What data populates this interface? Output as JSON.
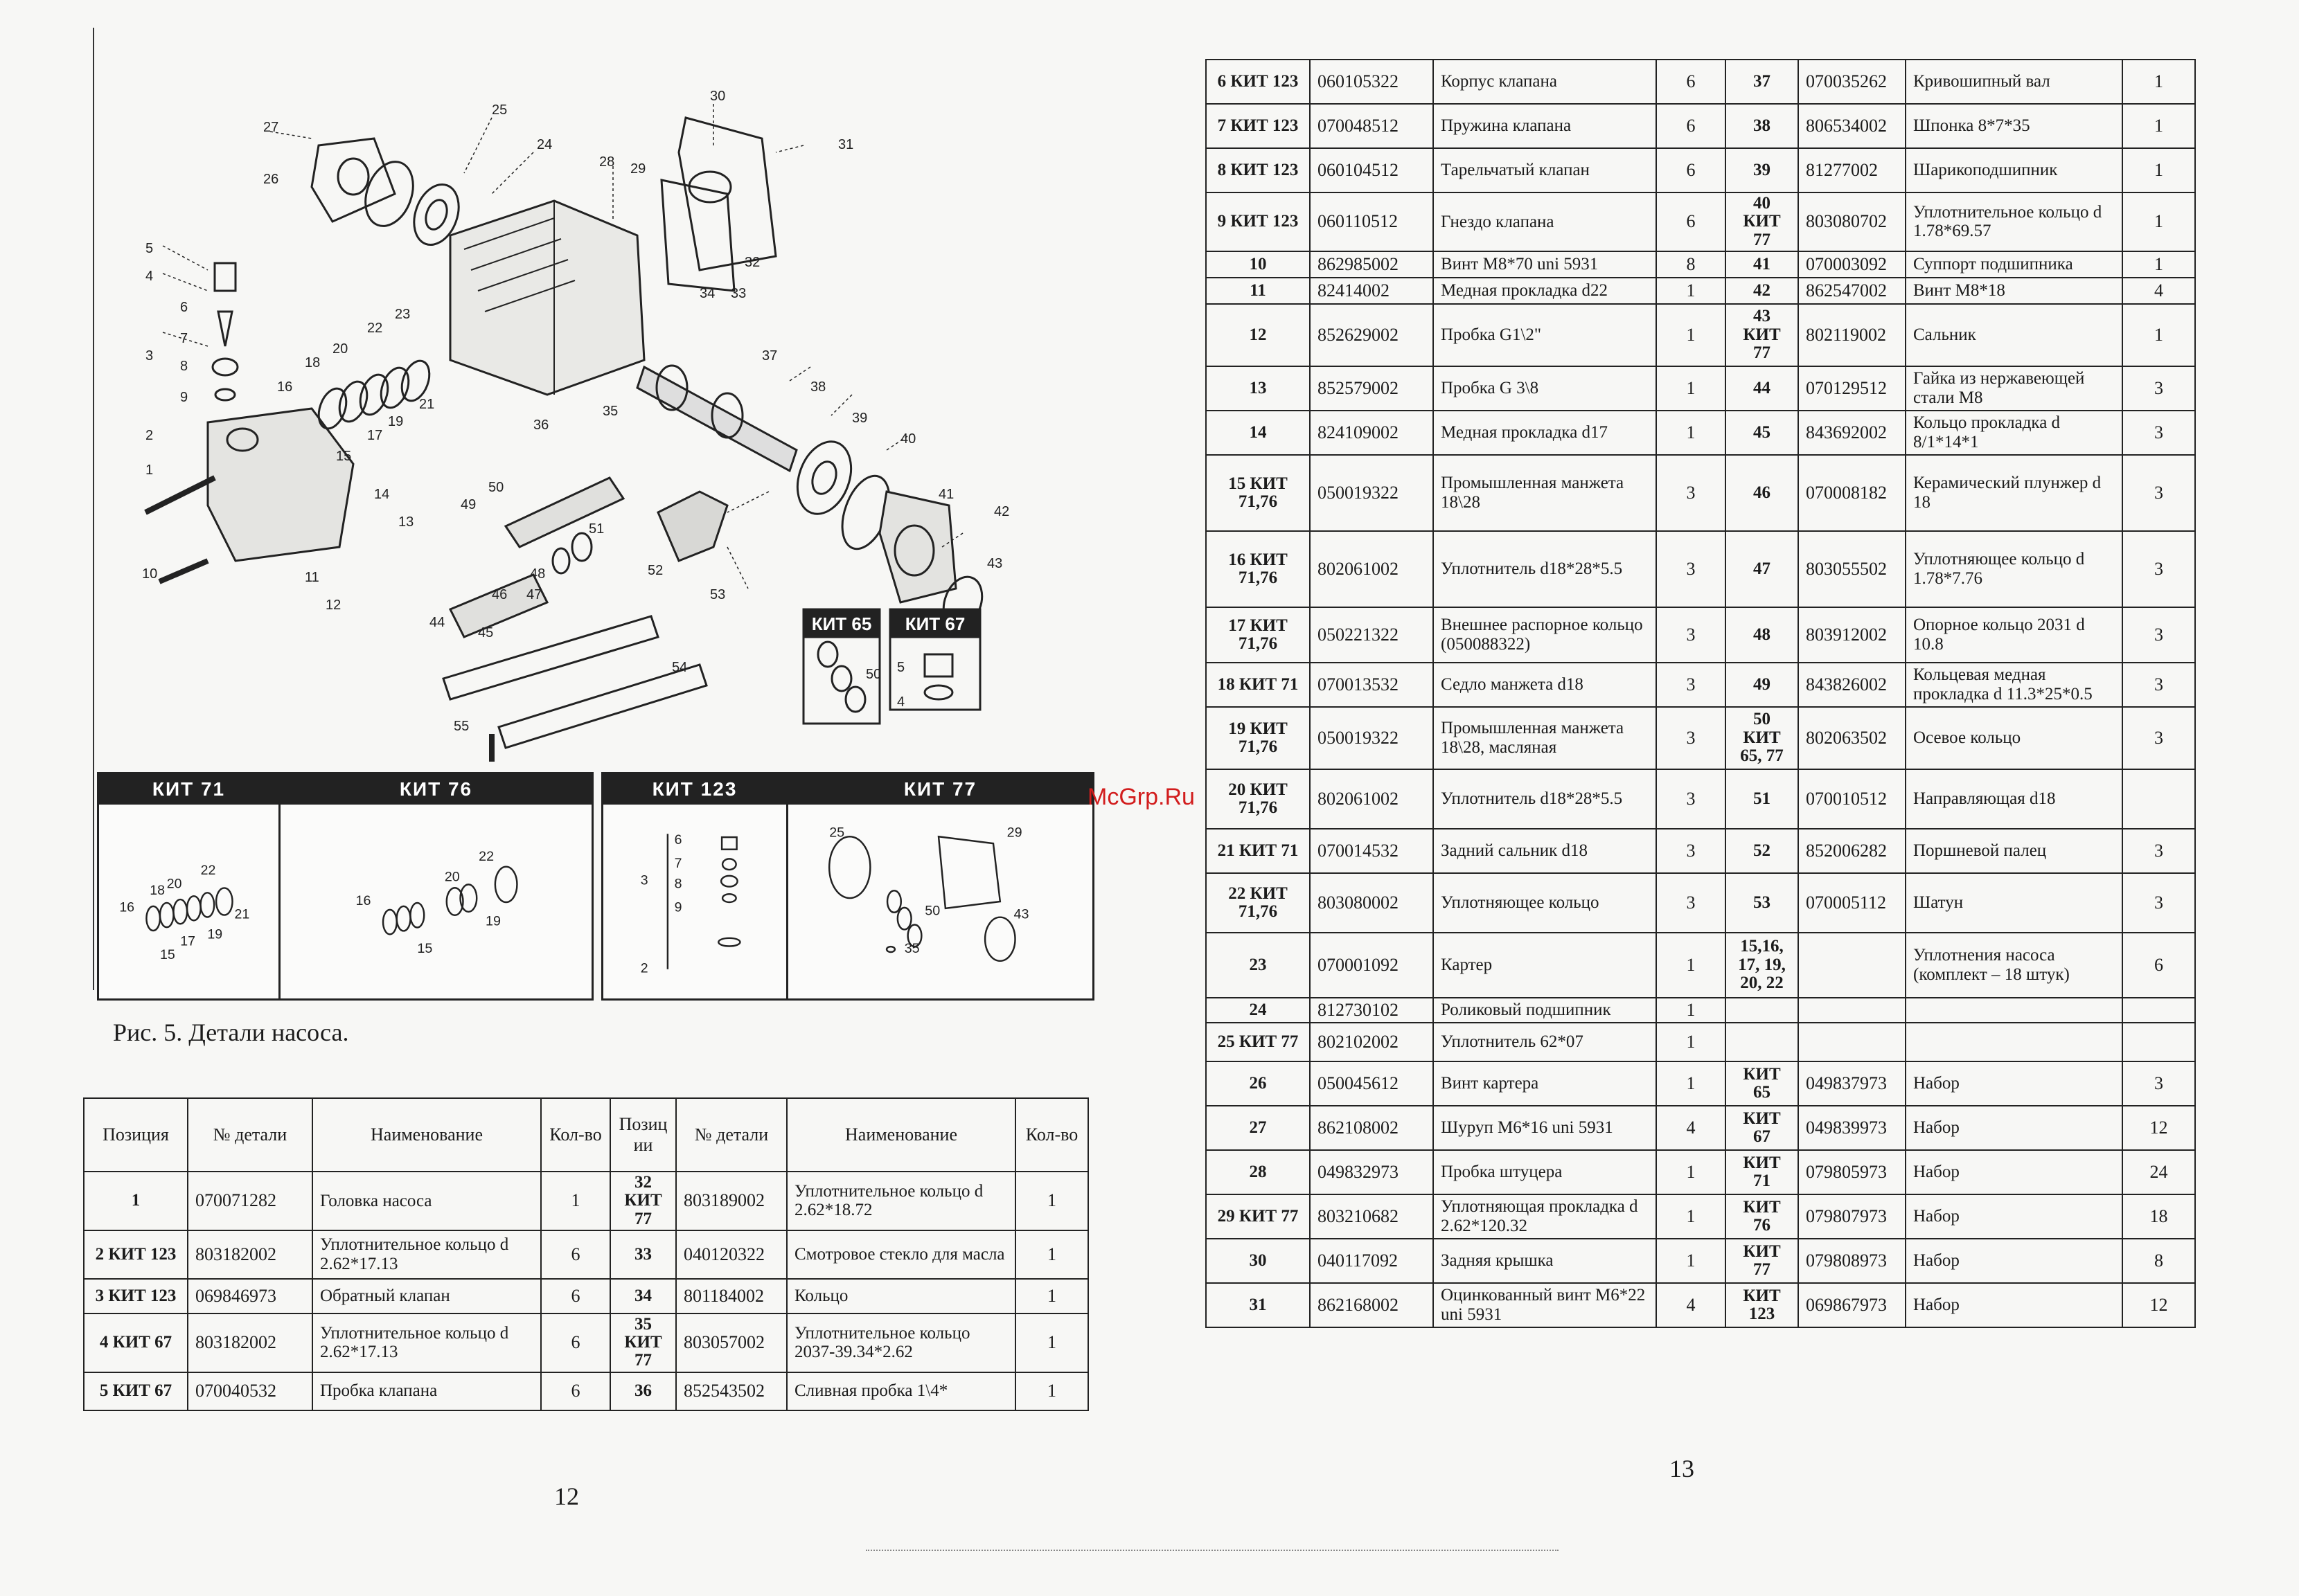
{
  "watermark": "McGrp.Ru",
  "figure": {
    "caption": "Рис. 5. Детали насоса.",
    "kits": [
      {
        "label": "КИТ 65",
        "callouts": [
          "50"
        ]
      },
      {
        "label": "КИТ 67",
        "callouts": [
          "5",
          "4"
        ]
      }
    ],
    "kit_strip": [
      {
        "label": "КИТ 71",
        "callouts": [
          "22",
          "18",
          "20",
          "16",
          "17",
          "19",
          "21",
          "15"
        ]
      },
      {
        "label": "КИТ 76",
        "callouts": [
          "22",
          "20",
          "16",
          "19",
          "15"
        ]
      },
      {
        "label": "КИТ 123",
        "callouts": [
          "6",
          "7",
          "3",
          "8",
          "9",
          "2"
        ]
      },
      {
        "label": "КИТ 77",
        "callouts": [
          "25",
          "29",
          "50",
          "43",
          "35"
        ]
      }
    ],
    "callouts": [
      "27",
      "25",
      "24",
      "28",
      "30",
      "31",
      "29",
      "26",
      "32",
      "34",
      "33",
      "5",
      "4",
      "6",
      "7",
      "3",
      "8",
      "9",
      "23",
      "22",
      "20",
      "18",
      "16",
      "21",
      "17",
      "19",
      "37",
      "38",
      "2",
      "1",
      "15",
      "35",
      "36",
      "39",
      "40",
      "41",
      "14",
      "13",
      "50",
      "49",
      "51",
      "42",
      "43",
      "10",
      "11",
      "12",
      "48",
      "46",
      "47",
      "52",
      "53",
      "44",
      "45",
      "54",
      "55"
    ]
  },
  "left_page_number": "12",
  "right_page_number": "13",
  "left_table": {
    "headers": [
      "Позиция",
      "№ детали",
      "Наименование",
      "Кол-во",
      "Позиц ии",
      "№ детали",
      "Наименование",
      "Кол-во"
    ],
    "rows": [
      [
        "1",
        "070071282",
        "Головка насоса",
        "1",
        "32 КИТ 77",
        "803189002",
        "Уплотнительное кольцо d 2.62*18.72",
        "1"
      ],
      [
        "2 КИТ 123",
        "803182002",
        "Уплотнительное кольцо d 2.62*17.13",
        "6",
        "33",
        "040120322",
        "Смотровое стекло для масла",
        "1"
      ],
      [
        "3 КИТ 123",
        "069846973",
        "Обратный клапан",
        "6",
        "34",
        "801184002",
        "Кольцо",
        "1"
      ],
      [
        "4 КИТ 67",
        "803182002",
        "Уплотнительное кольцо d 2.62*17.13",
        "6",
        "35 КИТ 77",
        "803057002",
        "Уплотнительное кольцо 2037-39.34*2.62",
        "1"
      ],
      [
        "5 КИТ 67",
        "070040532",
        "Пробка клапана",
        "6",
        "36",
        "852543502",
        "Сливная пробка 1\\4*",
        "1"
      ]
    ]
  },
  "right_table": {
    "rows": [
      [
        "6 КИТ 123",
        "060105322",
        "Корпус клапана",
        "6",
        "37",
        "070035262",
        "Кривошипный вал",
        "1"
      ],
      [
        "7 КИТ 123",
        "070048512",
        "Пружина клапана",
        "6",
        "38",
        "806534002",
        "Шпонка 8*7*35",
        "1"
      ],
      [
        "8 КИТ 123",
        "060104512",
        "Тарельчатый клапан",
        "6",
        "39",
        "81277002",
        "Шарикоподшипник",
        "1"
      ],
      [
        "9 КИТ 123",
        "060110512",
        "Гнездо клапана",
        "6",
        "40 КИТ 77",
        "803080702",
        "Уплотнительное кольцо d 1.78*69.57",
        "1"
      ],
      [
        "10",
        "862985002",
        "Винт М8*70 uni 5931",
        "8",
        "41",
        "070003092",
        "Суппорт подшипника",
        "1"
      ],
      [
        "11",
        "82414002",
        "Медная прокладка d22",
        "1",
        "42",
        "862547002",
        "Винт М8*18",
        "4"
      ],
      [
        "12",
        "852629002",
        "Пробка G1\\2\"",
        "1",
        "43 КИТ 77",
        "802119002",
        "Сальник",
        "1"
      ],
      [
        "13",
        "852579002",
        "Пробка G 3\\8",
        "1",
        "44",
        "070129512",
        "Гайка из нержавеющей стали М8",
        "3"
      ],
      [
        "14",
        "824109002",
        "Медная прокладка d17",
        "1",
        "45",
        "843692002",
        "Кольцо прокладка d 8/1*14*1",
        "3"
      ],
      [
        "15 КИТ 71,76",
        "050019322",
        "Промышленная манжета 18\\28",
        "3",
        "46",
        "070008182",
        "Керамический плунжер d 18",
        "3"
      ],
      [
        "16 КИТ 71,76",
        "802061002",
        "Уплотнитель d18*28*5.5",
        "3",
        "47",
        "803055502",
        "Уплотняющее кольцо d 1.78*7.76",
        "3"
      ],
      [
        "17 КИТ 71,76",
        "050221322",
        "Внешнее распорное кольцо (050088322)",
        "3",
        "48",
        "803912002",
        "Опорное кольцо 2031 d 10.8",
        "3"
      ],
      [
        "18 КИТ 71",
        "070013532",
        "Седло манжета d18",
        "3",
        "49",
        "843826002",
        "Кольцевая медная прокладка d 11.3*25*0.5",
        "3"
      ],
      [
        "19 КИТ 71,76",
        "050019322",
        "Промышленная манжета 18\\28, масляная",
        "3",
        "50 КИТ 65, 77",
        "802063502",
        "Осевое кольцо",
        "3"
      ],
      [
        "20 КИТ 71,76",
        "802061002",
        "Уплотнитель d18*28*5.5",
        "3",
        "51",
        "070010512",
        "Направляющая d18",
        ""
      ],
      [
        "21 КИТ 71",
        "070014532",
        "Задний сальник d18",
        "3",
        "52",
        "852006282",
        "Поршневой палец",
        "3"
      ],
      [
        "22 КИТ 71,76",
        "803080002",
        "Уплотняющее кольцо",
        "3",
        "53",
        "070005112",
        "Шатун",
        "3"
      ],
      [
        "23",
        "070001092",
        "Картер",
        "1",
        "15,16, 17, 19, 20, 22",
        "",
        "Уплотнения насоса (комплект – 18 штук)",
        "6"
      ],
      [
        "24",
        "812730102",
        "Роликовый подшипник",
        "1",
        "",
        "",
        "",
        ""
      ],
      [
        "25 КИТ 77",
        "802102002",
        "Уплотнитель 62*07",
        "1",
        "",
        "",
        "",
        ""
      ],
      [
        "26",
        "050045612",
        "Винт картера",
        "1",
        "КИТ 65",
        "049837973",
        "Набор",
        "3"
      ],
      [
        "27",
        "862108002",
        "Шуруп М6*16 uni 5931",
        "4",
        "КИТ 67",
        "049839973",
        "Набор",
        "12"
      ],
      [
        "28",
        "049832973",
        "Пробка штуцера",
        "1",
        "КИТ 71",
        "079805973",
        "Набор",
        "24"
      ],
      [
        "29 КИТ 77",
        "803210682",
        "Уплотняющая прокладка d 2.62*120.32",
        "1",
        "КИТ 76",
        "079807973",
        "Набор",
        "18"
      ],
      [
        "30",
        "040117092",
        "Задняя крышка",
        "1",
        "КИТ 77",
        "079808973",
        "Набор",
        "8"
      ],
      [
        "31",
        "862168002",
        "Оцинкованный винт М6*22 uni 5931",
        "4",
        "КИТ 123",
        "069867973",
        "Набор",
        "12"
      ]
    ]
  }
}
